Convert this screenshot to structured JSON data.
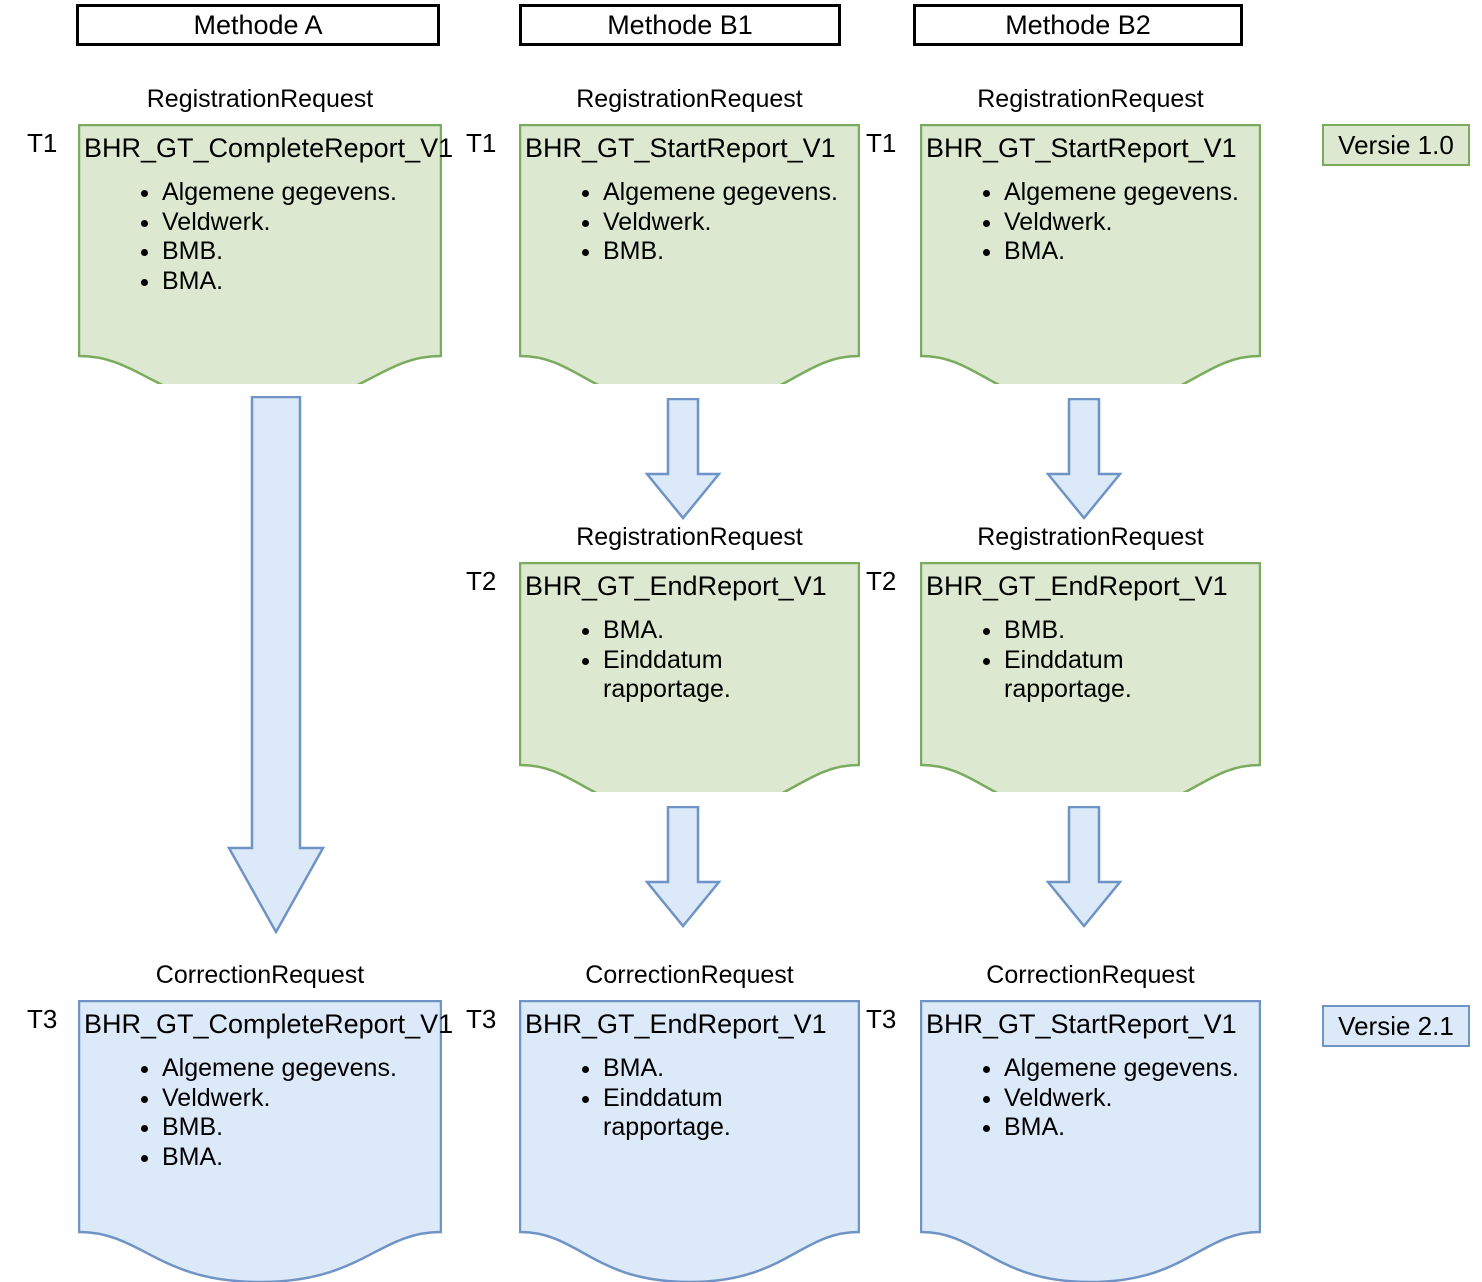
{
  "colors": {
    "green_fill": "#dce9d0",
    "green_border": "#7aab5e",
    "blue_fill": "#dce9f8",
    "blue_border": "#6f93c4",
    "header_border": "#000000",
    "text": "#000000"
  },
  "headers": [
    {
      "label": "Methode A"
    },
    {
      "label": "Methode B1"
    },
    {
      "label": "Methode B2"
    }
  ],
  "legend": [
    {
      "label": "Versie 1.0",
      "style": "green"
    },
    {
      "label": "Versie 2.1",
      "style": "blue"
    }
  ],
  "documents": [
    {
      "id": "a-t1",
      "column": "Methode A",
      "caption": "RegistrationRequest",
      "title": "BHR_GT_CompleteReport_V1",
      "time_label_left": "T1",
      "time_label_right": "",
      "style": "green",
      "items": [
        "Algemene gegevens.",
        "Veldwerk.",
        "BMB.",
        "BMA."
      ]
    },
    {
      "id": "b1-t1",
      "column": "Methode B1",
      "caption": "RegistrationRequest",
      "title": "BHR_GT_StartReport_V1",
      "time_label_left": "T1",
      "time_label_right": "T1",
      "style": "green",
      "items": [
        "Algemene gegevens.",
        "Veldwerk.",
        "BMB."
      ]
    },
    {
      "id": "b2-t1",
      "column": "Methode B2",
      "caption": "RegistrationRequest",
      "title": "BHR_GT_StartReport_V1",
      "time_label_left": "",
      "time_label_right": "",
      "style": "green",
      "items": [
        "Algemene gegevens.",
        "Veldwerk.",
        "BMA."
      ]
    },
    {
      "id": "b1-t2",
      "column": "Methode B1",
      "caption": "RegistrationRequest",
      "title": "BHR_GT_EndReport_V1",
      "time_label_left": "T2",
      "time_label_right": "T2",
      "style": "green",
      "items": [
        "BMA.",
        "Einddatum rapportage."
      ]
    },
    {
      "id": "b2-t2",
      "column": "Methode B2",
      "caption": "RegistrationRequest",
      "title": "BHR_GT_EndReport_V1",
      "time_label_left": "",
      "time_label_right": "",
      "style": "green",
      "items": [
        "BMB.",
        "Einddatum rapportage."
      ]
    },
    {
      "id": "a-t3",
      "column": "Methode A",
      "caption": "CorrectionRequest",
      "title": "BHR_GT_CompleteReport_V1",
      "time_label_left": "T3",
      "time_label_right": "",
      "style": "blue",
      "items": [
        "Algemene gegevens.",
        "Veldwerk.",
        "BMB.",
        "BMA."
      ]
    },
    {
      "id": "b1-t3",
      "column": "Methode B1",
      "caption": "CorrectionRequest",
      "title": "BHR_GT_EndReport_V1",
      "time_label_left": "T3",
      "time_label_right": "T3",
      "style": "blue",
      "items": [
        "BMA.",
        "Einddatum rapportage."
      ]
    },
    {
      "id": "b2-t3",
      "column": "Methode B2",
      "caption": "CorrectionRequest",
      "title": "BHR_GT_StartReport_V1",
      "time_label_left": "",
      "time_label_right": "",
      "style": "blue",
      "items": [
        "Algemene gegevens.",
        "Veldwerk.",
        "BMA."
      ]
    }
  ],
  "arrows": [
    {
      "id": "arrow-a-t1-to-t3",
      "from": "a-t1",
      "to": "a-t3",
      "direction": "down"
    },
    {
      "id": "arrow-b1-t1-to-t2",
      "from": "b1-t1",
      "to": "b1-t2",
      "direction": "down"
    },
    {
      "id": "arrow-b2-t1-to-t2",
      "from": "b2-t1",
      "to": "b2-t2",
      "direction": "down"
    },
    {
      "id": "arrow-b1-t2-to-t3",
      "from": "b1-t2",
      "to": "b1-t3",
      "direction": "down"
    },
    {
      "id": "arrow-b2-t2-to-t3",
      "from": "b2-t2",
      "to": "b2-t3",
      "direction": "down"
    }
  ]
}
